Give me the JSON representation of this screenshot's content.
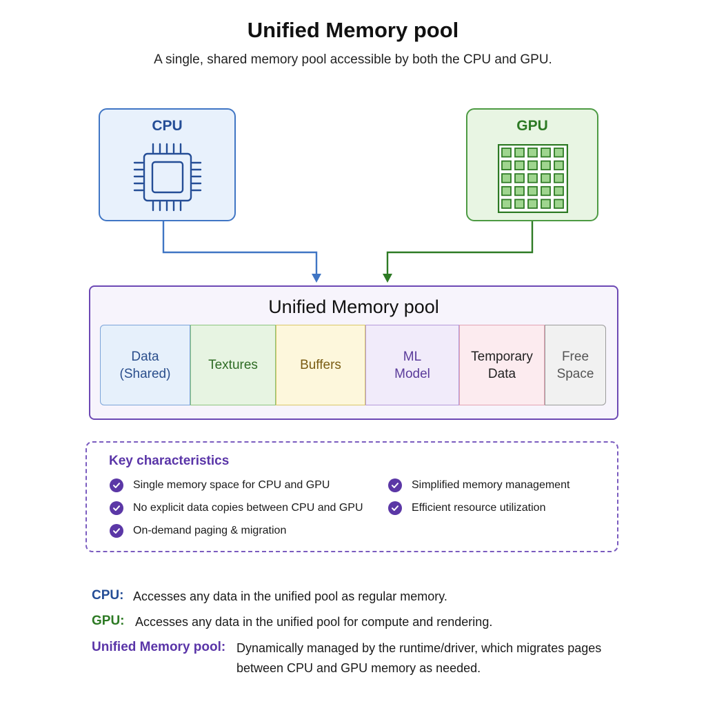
{
  "header": {
    "title": "Unified Memory pool",
    "subtitle": "A single, shared memory pool accessible by both the CPU and GPU."
  },
  "processors": {
    "cpu": {
      "label": "CPU",
      "icon": "cpu-chip-icon",
      "color": "#3f75c4"
    },
    "gpu": {
      "label": "GPU",
      "icon": "gpu-grid-icon",
      "color": "#4c9a42"
    }
  },
  "pool": {
    "title": "Unified Memory pool",
    "border_color": "#6c48b4",
    "segments": [
      {
        "label": "Data\n(Shared)"
      },
      {
        "label": "Textures"
      },
      {
        "label": "Buffers"
      },
      {
        "label": "ML\nModel"
      },
      {
        "label": "Temporary\nData"
      },
      {
        "label": "Free\nSpace"
      }
    ]
  },
  "key": {
    "title": "Key characteristics",
    "items": [
      "Single memory space for CPU and GPU",
      "No explicit data copies between CPU and GPU",
      "On-demand paging & migration",
      "Simplified memory management",
      "Efficient resource utilization"
    ]
  },
  "descriptions": [
    {
      "label": "CPU:",
      "text": "Accesses any data in the unified pool as regular memory.",
      "color": "#244d96"
    },
    {
      "label": "GPU:",
      "text": "Accesses any data in the unified pool for compute and rendering.",
      "color": "#2d7a24"
    },
    {
      "label": "Unified Memory pool:",
      "text": "Dynamically managed by the runtime/driver, which migrates pages",
      "text2": "between CPU and GPU memory as needed.",
      "color": "#5a35a8"
    }
  ]
}
